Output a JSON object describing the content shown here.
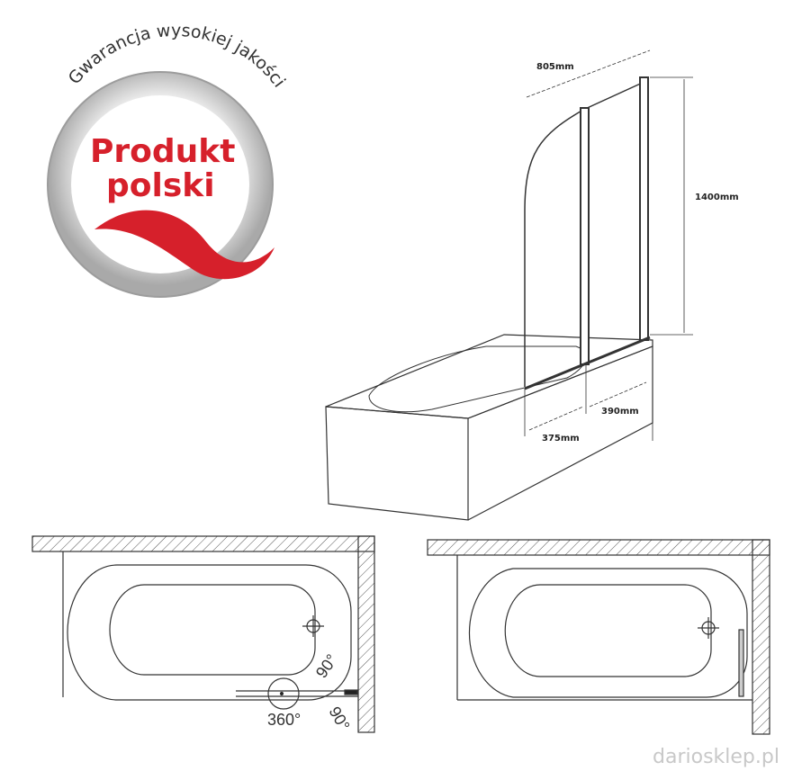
{
  "logo": {
    "main_line1": "Produkt",
    "main_line2": "polski",
    "arc_text": "Gwarancja wysokiej jakości",
    "colors": {
      "red": "#d6202b",
      "ring": "#b8b8b8"
    }
  },
  "dimensions": {
    "width_total": "805mm",
    "height": "1400mm",
    "panel_fixed": "390mm",
    "panel_swing": "375mm"
  },
  "plan_view": {
    "rotation_label": "360°",
    "angle_top": "90°",
    "angle_bottom": "90°"
  },
  "watermark": "dariosklep.pl"
}
